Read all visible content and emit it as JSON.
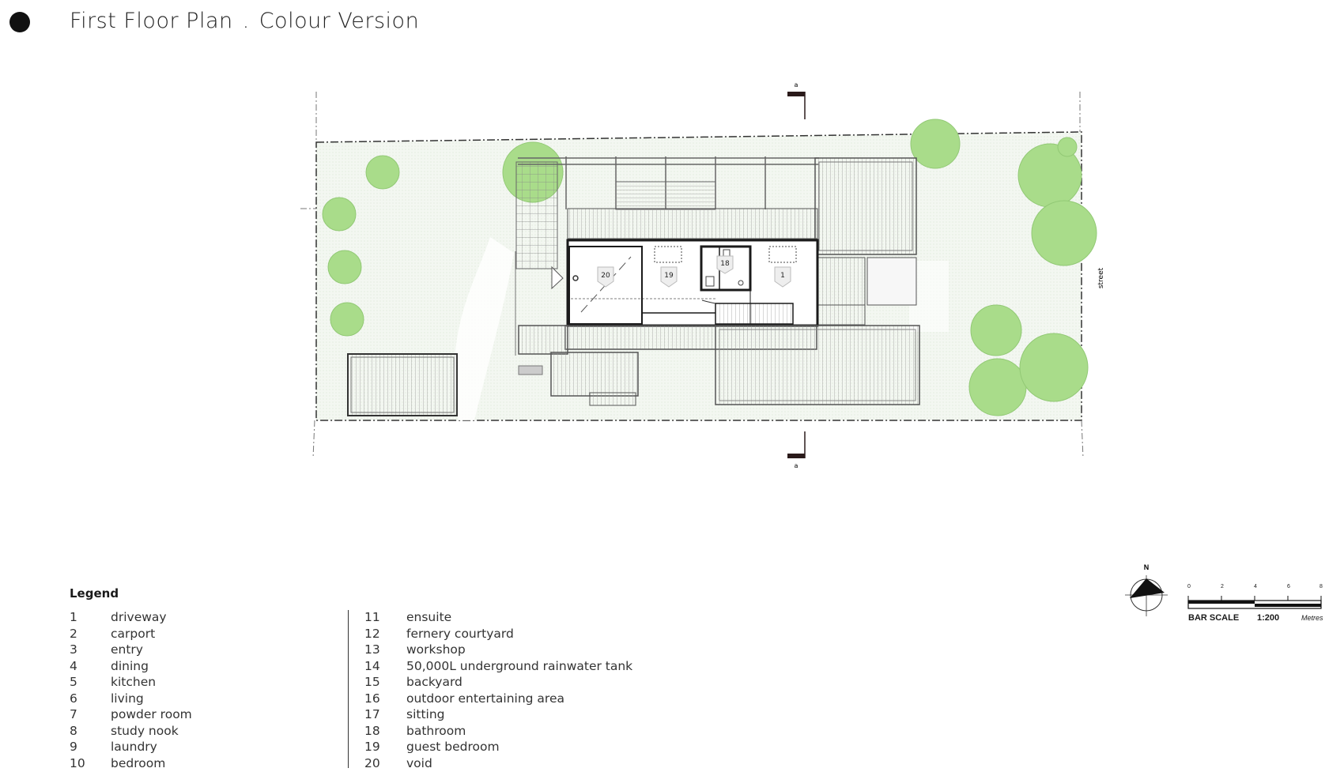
{
  "title": {
    "part1": "First Floor Plan",
    "separator": ".",
    "part2": "Colour Version"
  },
  "plan": {
    "section_marker_top": "a",
    "section_marker_bottom": "a",
    "street_label": "street",
    "room_tags": [
      "20",
      "19",
      "18",
      "1"
    ]
  },
  "legend": {
    "title": "Legend",
    "items": [
      {
        "num": "1",
        "label": "driveway"
      },
      {
        "num": "2",
        "label": "carport"
      },
      {
        "num": "3",
        "label": "entry"
      },
      {
        "num": "4",
        "label": "dining"
      },
      {
        "num": "5",
        "label": "kitchen"
      },
      {
        "num": "6",
        "label": "living"
      },
      {
        "num": "7",
        "label": "powder room"
      },
      {
        "num": "8",
        "label": "study nook"
      },
      {
        "num": "9",
        "label": "laundry"
      },
      {
        "num": "10",
        "label": "bedroom"
      },
      {
        "num": "11",
        "label": "ensuite"
      },
      {
        "num": "12",
        "label": "fernery courtyard"
      },
      {
        "num": "13",
        "label": "workshop"
      },
      {
        "num": "14",
        "label": "50,000L underground rainwater tank"
      },
      {
        "num": "15",
        "label": "backyard"
      },
      {
        "num": "16",
        "label": "outdoor entertaining area"
      },
      {
        "num": "17",
        "label": "sitting"
      },
      {
        "num": "18",
        "label": "bathroom"
      },
      {
        "num": "19",
        "label": "guest bedroom"
      },
      {
        "num": "20",
        "label": "void"
      }
    ]
  },
  "north_arrow": {
    "label": "N"
  },
  "bar_scale": {
    "label": "BAR SCALE",
    "ratio": "1:200",
    "units": "Metres",
    "ticks": [
      "0",
      "2",
      "4",
      "6",
      "8"
    ]
  },
  "colors": {
    "tree": "#a9dc8a",
    "tree_stroke": "#8cc86c",
    "ground": "#f1f6ef",
    "line": "#333333"
  }
}
